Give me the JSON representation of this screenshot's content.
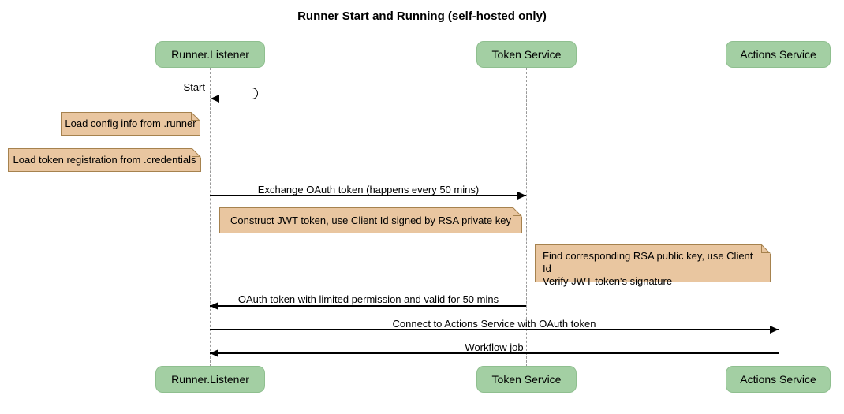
{
  "diagram": {
    "title": "Runner Start and Running (self-hosted only)",
    "type": "sequence-diagram",
    "participants": [
      {
        "id": "runner-listener",
        "label": "Runner.Listener"
      },
      {
        "id": "token-service",
        "label": "Token Service"
      },
      {
        "id": "actions-service",
        "label": "Actions Service"
      }
    ],
    "messages": [
      {
        "from": "runner-listener",
        "to": "runner-listener",
        "kind": "self",
        "label": "Start"
      },
      {
        "from": "runner-listener",
        "to": "token-service",
        "kind": "solid",
        "label": "Exchange OAuth token (happens every 50 mins)"
      },
      {
        "from": "token-service",
        "to": "runner-listener",
        "kind": "solid",
        "label": "OAuth token with limited permission and valid for 50 mins"
      },
      {
        "from": "runner-listener",
        "to": "actions-service",
        "kind": "solid",
        "label": "Connect to Actions Service with OAuth token"
      },
      {
        "from": "actions-service",
        "to": "runner-listener",
        "kind": "solid",
        "label": "Workflow job"
      }
    ],
    "notes": [
      {
        "position": "left-of-runner-listener",
        "text": "Load config info from .runner"
      },
      {
        "position": "left-of-runner-listener",
        "text": "Load token registration from .credentials"
      },
      {
        "position": "right-of-runner-listener",
        "text": "Construct JWT token, use Client Id signed by RSA private key"
      },
      {
        "position": "left-of-actions-service",
        "lines": [
          "Find corresponding RSA public key, use Client Id",
          "Verify JWT token's signature"
        ]
      }
    ],
    "colors": {
      "participant_fill": "#A3CFA3",
      "participant_border": "#8FBF8F",
      "note_fill": "#E9C6A0",
      "note_border": "#A6824E",
      "lifeline": "#999999",
      "arrow": "#000000",
      "background": "#FFFFFF"
    }
  }
}
